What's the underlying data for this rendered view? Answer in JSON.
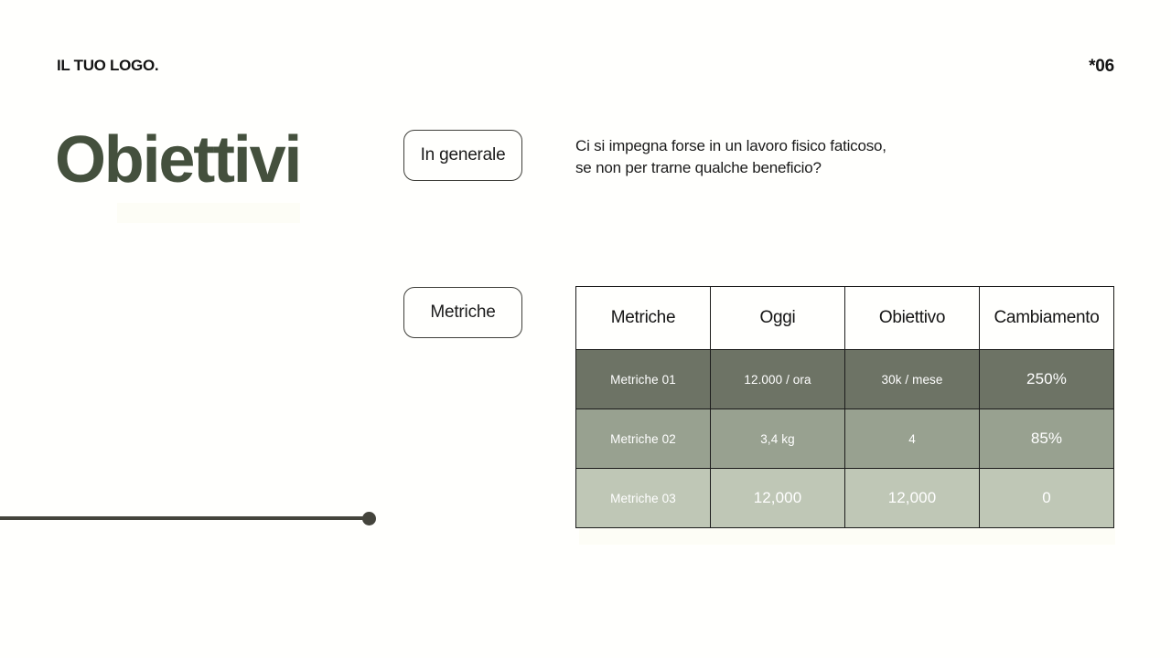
{
  "header": {
    "logo": "IL TUO LOGO.",
    "page_number": "*06"
  },
  "title": "Obiettivi",
  "labels": {
    "general": "In generale",
    "metrics": "Metriche"
  },
  "intro": {
    "line1": "Ci si impegna forse in un lavoro fisico faticoso,",
    "line2": "se non per trarne qualche beneficio?"
  },
  "table": {
    "columns": [
      "Metriche",
      "Oggi",
      "Obiettivo",
      "Cambiamento"
    ],
    "rows": [
      {
        "metric": "Metriche 01",
        "today": "12.000 / ora",
        "goal": "30k / mese",
        "change": "250%"
      },
      {
        "metric": "Metriche 02",
        "today": "3,4 kg",
        "goal": "4",
        "change": "85%"
      },
      {
        "metric": "Metriche 03",
        "today": "12,000",
        "goal": "12,000",
        "change": "0"
      }
    ]
  },
  "colors": {
    "title_green": "#44503d",
    "row1_bg": "#6d7365",
    "row2_bg": "#98a190",
    "row3_bg": "#bfc7b6",
    "ink": "#1c1c1c",
    "slider": "#44443c",
    "background": "#fffffd"
  }
}
